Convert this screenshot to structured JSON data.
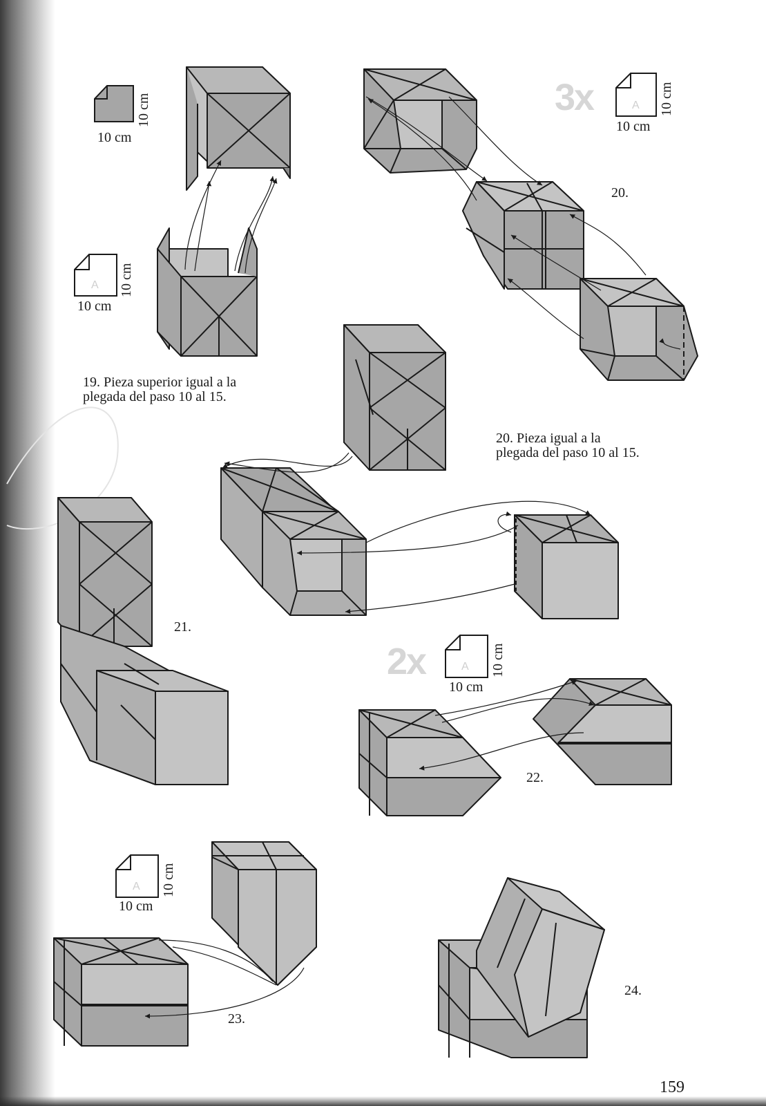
{
  "page": {
    "number": "159"
  },
  "paper_icons": [
    {
      "id": "p19-top",
      "dim_w": "10 cm",
      "dim_h": "10 cm",
      "letter": ""
    },
    {
      "id": "p19-bottom",
      "dim_w": "10 cm",
      "dim_h": "10 cm",
      "letter": "A"
    },
    {
      "id": "p20",
      "dim_w": "10 cm",
      "dim_h": "10 cm",
      "letter": "A",
      "multiplier": "3x"
    },
    {
      "id": "p22",
      "dim_w": "10 cm",
      "dim_h": "10 cm",
      "letter": "A",
      "multiplier": "2x"
    },
    {
      "id": "p23",
      "dim_w": "10 cm",
      "dim_h": "10 cm",
      "letter": "A"
    }
  ],
  "captions": {
    "c19_line1": "19. Pieza superior igual a la",
    "c19_line2": "plegada del paso 10 al 15.",
    "c20_line1": "20. Pieza igual a la",
    "c20_line2": "plegada del paso 10 al 15."
  },
  "steps": {
    "s20": "20.",
    "s21": "21.",
    "s22": "22.",
    "s23": "23.",
    "s24": "24."
  },
  "colors": {
    "paper_gray": "#a6a6a6",
    "paper_light": "#c4c4c4",
    "paper_dark": "#8a8a8a",
    "stroke": "#1a1a1a",
    "multiplier_gray": "#d6d6d6"
  }
}
